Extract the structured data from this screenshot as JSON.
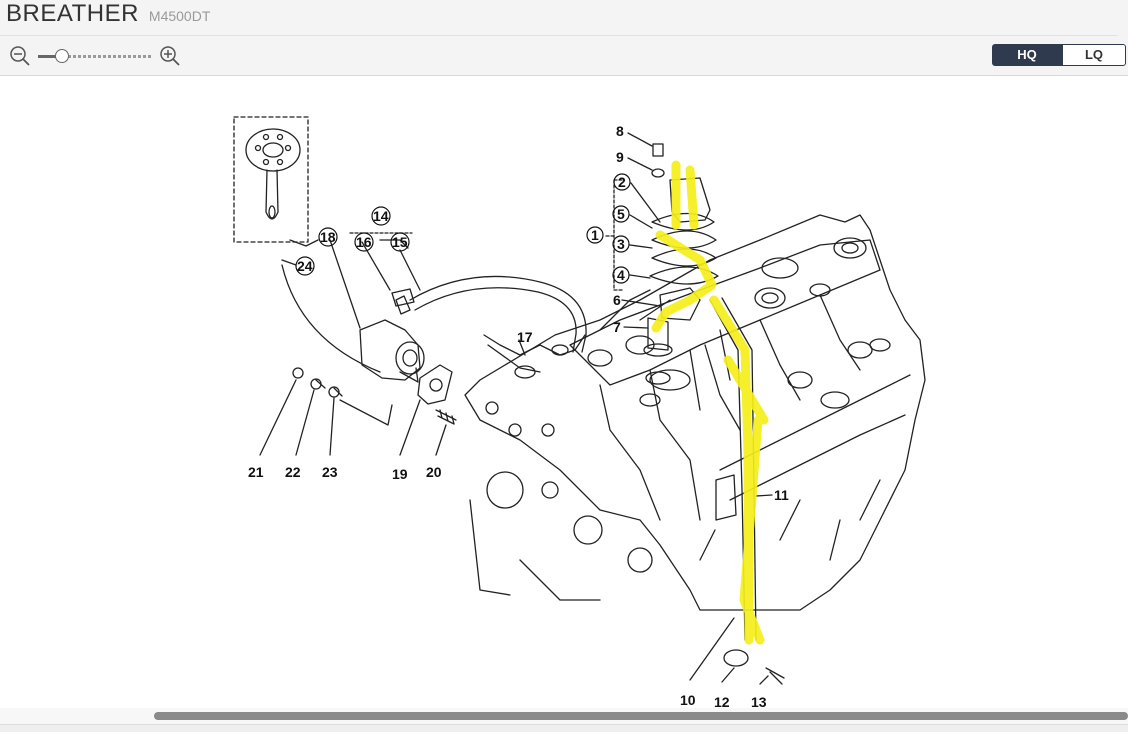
{
  "header": {
    "title": "BREATHER",
    "subtitle": "M4500DT"
  },
  "toolbar": {
    "zoom_out_icon": "zoom-out-icon",
    "zoom_in_icon": "zoom-in-icon",
    "zoom_level": 0.15,
    "quality_options": [
      "HQ",
      "LQ"
    ],
    "quality_selected": "HQ"
  },
  "diagram": {
    "highlight_color": "#f5ef1a",
    "callouts": [
      "8",
      "9",
      "2",
      "5",
      "1",
      "3",
      "4",
      "6",
      "7",
      "14",
      "16",
      "15",
      "18",
      "24",
      "17",
      "21",
      "22",
      "23",
      "19",
      "20",
      "11",
      "10",
      "12",
      "13"
    ]
  },
  "scroll": {
    "horizontal_position": 1.0
  }
}
